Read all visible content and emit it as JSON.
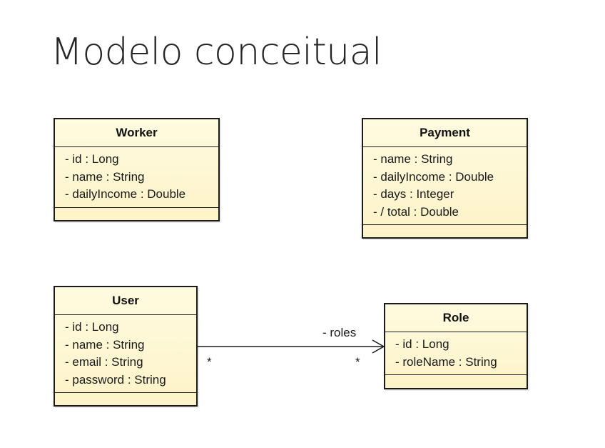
{
  "slide": {
    "title": "Modelo conceitual"
  },
  "classes": {
    "worker": {
      "name": "Worker",
      "attributes": [
        "- id : Long",
        "- name : String",
        "- dailyIncome : Double"
      ]
    },
    "payment": {
      "name": "Payment",
      "attributes": [
        "- name : String",
        "- dailyIncome : Double",
        "- days : Integer",
        "- / total : Double"
      ]
    },
    "user": {
      "name": "User",
      "attributes": [
        "- id : Long",
        "- name : String",
        "- email : String",
        "- password : String"
      ]
    },
    "role": {
      "name": "Role",
      "attributes": [
        "- id : Long",
        "- roleName : String"
      ]
    }
  },
  "association": {
    "role_label": "- roles",
    "source_multiplicity": "*",
    "target_multiplicity": "*"
  },
  "colors": {
    "class_fill": "#fffbe0",
    "border": "#1a1a1a",
    "title_text": "#262626"
  }
}
